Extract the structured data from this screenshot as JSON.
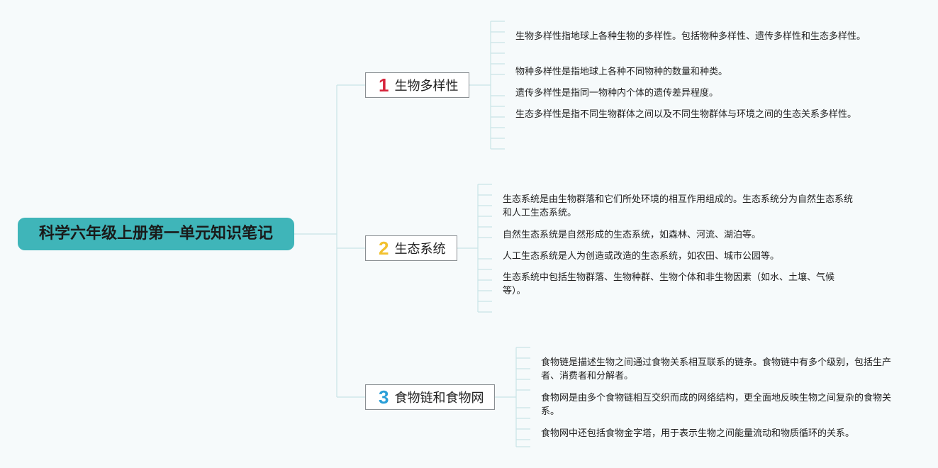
{
  "root": {
    "title": "科学六年级上册第一单元知识笔记",
    "color": "#3fb5b9"
  },
  "topics": [
    {
      "number": "1",
      "number_color": "#d7263d",
      "label": "生物多样性",
      "notes": [
        "生物多样性指地球上各种生物的多样性。包括物种多样性、遗传多样性和生态多样性。",
        "物种多样性是指地球上各种不同物种的数量和种类。",
        "遗传多样性是指同一物种内个体的遗传差异程度。",
        "生态多样性是指不同生物群体之间以及不同生物群体与环境之间的生态关系多样性。"
      ]
    },
    {
      "number": "2",
      "number_color": "#f2c12e",
      "label": "生态系统",
      "notes": [
        "生态系统是由生物群落和它们所处环境的相互作用组成的。生态系统分为自然生态系统和人工生态系统。",
        "自然生态系统是自然形成的生态系统，如森林、河流、湖泊等。",
        "人工生态系统是人为创造或改造的生态系统，如农田、城市公园等。",
        "生态系统中包括生物群落、生物种群、生物个体和非生物因素（如水、土壤、气候等）。"
      ]
    },
    {
      "number": "3",
      "number_color": "#2a9fd8",
      "label": "食物链和食物网",
      "notes": [
        "食物链是描述生物之间通过食物关系相互联系的链条。食物链中有多个级别，包括生产者、消费者和分解者。",
        "食物网是由多个食物链相互交织而成的网络结构，更全面地反映生物之间复杂的食物关系。",
        "食物网中还包括食物金字塔，用于表示生物之间能量流动和物质循环的关系。"
      ]
    }
  ]
}
